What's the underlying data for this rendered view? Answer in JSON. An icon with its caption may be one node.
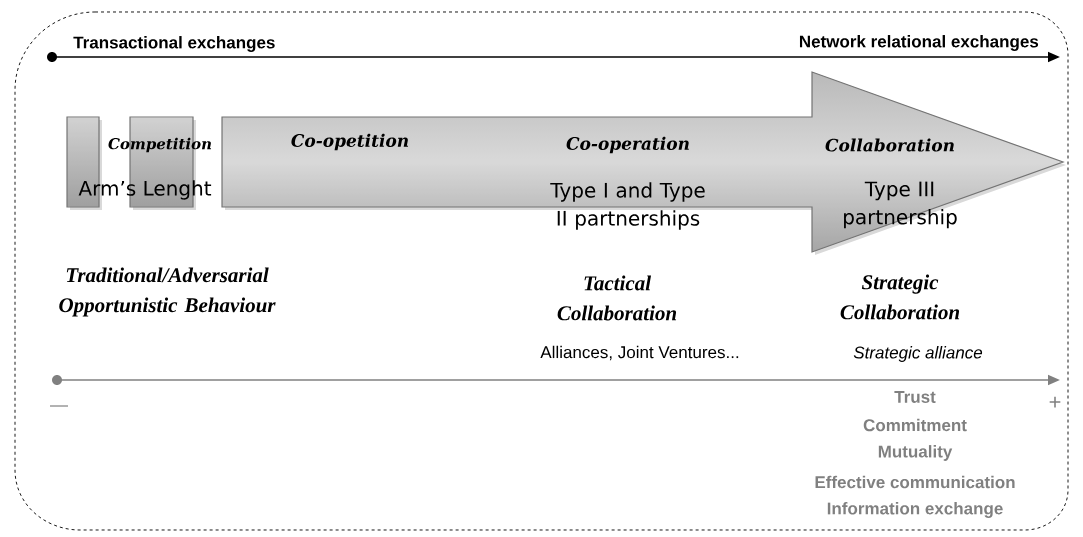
{
  "diagram": {
    "nodes": [
      {
        "text": [],
        "shape": "bar"
      },
      {
        "text": [
          "Competition",
          "Arm’s Lenght"
        ]
      },
      {
        "text": [
          "Co-opetition",
          "Co-operation",
          "Type I and Type II partnerships",
          "Collaboration",
          "Type III partnership"
        ]
      }
    ],
    "labels": [
      "Transactional exchanges",
      "Network relational exchanges",
      "Traditional/Adversarial Opportunistic Behaviour",
      "Tactical Collaboration",
      "Strategic Collaboration",
      "Alliances, Joint Ventures...",
      "Strategic alliance",
      "—",
      "+",
      "Trust",
      "Commitment",
      "Mutuality",
      "Effective communication",
      "Information exchange"
    ]
  }
}
